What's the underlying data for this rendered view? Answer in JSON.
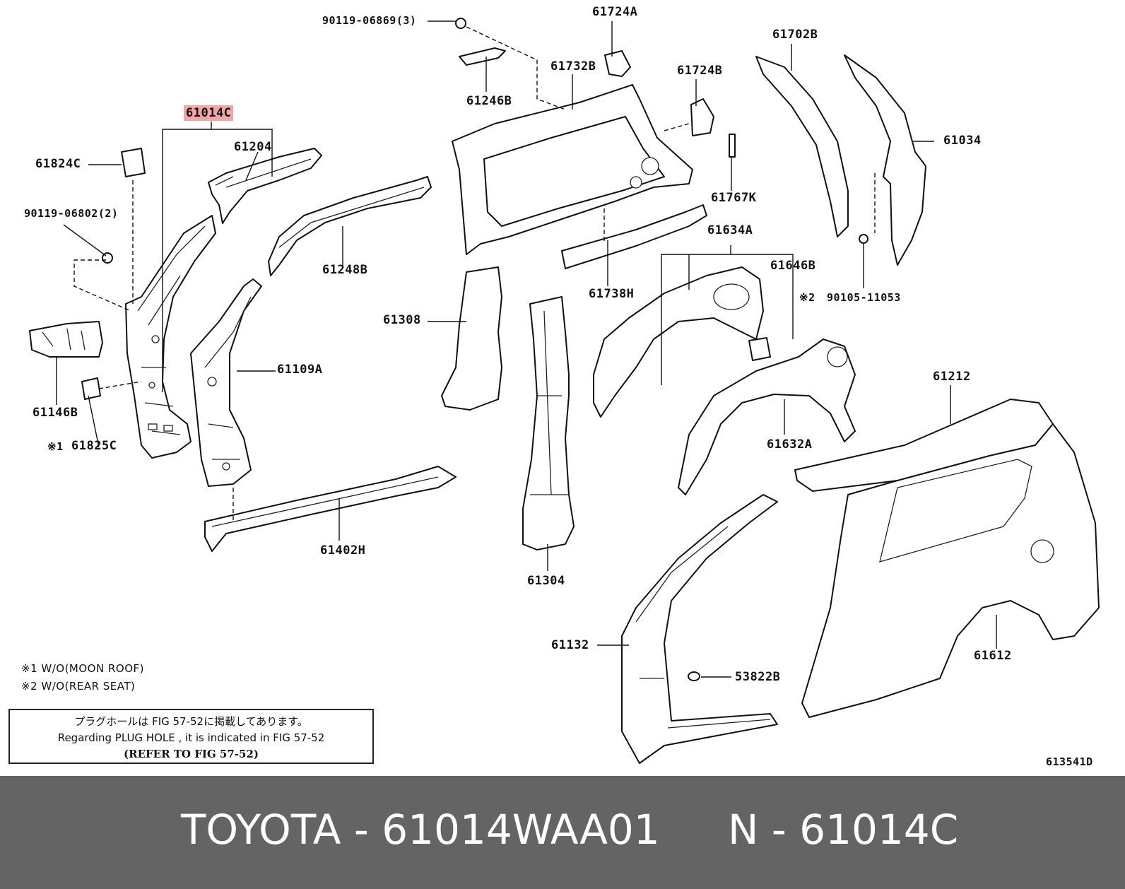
{
  "labels": {
    "p90119_06869": "90119-06869(3)",
    "p61724A": "61724A",
    "p61732B": "61732B",
    "p61724B": "61724B",
    "p61702B": "61702B",
    "p61246B": "61246B",
    "p61014C": "61014C",
    "p61204": "61204",
    "p61824C": "61824C",
    "p90119_06802": "90119-06802(2)",
    "p61248B": "61248B",
    "p61034": "61034",
    "p61767K": "61767K",
    "p61634A": "61634A",
    "p61646B": "61646B",
    "p61738H": "61738H",
    "p90105_11053": "90105-11053",
    "mark2_a": "※2",
    "p61308": "61308",
    "p61109A": "61109A",
    "p61146B": "61146B",
    "mark1_a": "※1",
    "p61825C": "61825C",
    "p61212": "61212",
    "p61632A": "61632A",
    "p61402H": "61402H",
    "p61304": "61304",
    "p61132": "61132",
    "p53822B": "53822B",
    "p61612": "61612",
    "diagram_id": "613541D"
  },
  "notes": {
    "note1": "※1 W/O(MOON ROOF)",
    "note2": "※2 W/O(REAR SEAT)"
  },
  "notice": {
    "line_jp": "プラグホールは FIG 57-52に掲載してあります。",
    "line_en": "Regarding PLUG HOLE , it is indicated in FIG 57-52",
    "line_ref": "(REFER TO FIG 57-52)"
  },
  "footer": {
    "left": "TOYOTA - 61014WAA01",
    "right": "N - 61014C"
  },
  "colors": {
    "highlight": "#f3a6a6",
    "footer_bg": "#646464",
    "footer_text": "#ffffff",
    "line": "#111111"
  }
}
